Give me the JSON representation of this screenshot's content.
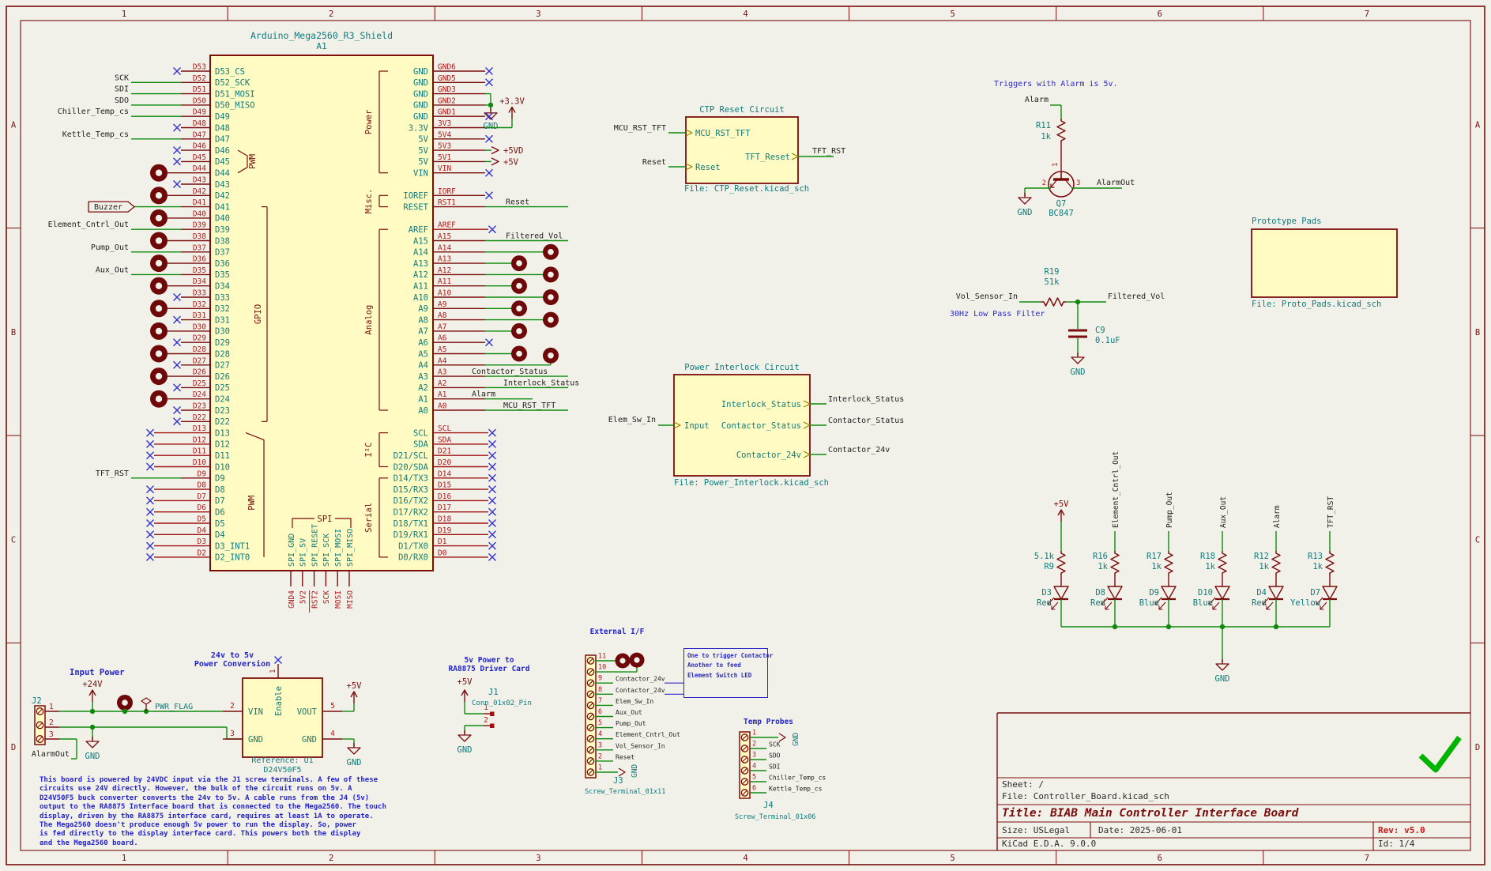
{
  "frame": {
    "cols": [
      "1",
      "2",
      "3",
      "4",
      "5",
      "6",
      "7"
    ],
    "rows": [
      "A",
      "B",
      "C",
      "D"
    ]
  },
  "arduino": {
    "title": "Arduino_Mega2560_R3_Shield",
    "refdes": "A1",
    "spi_label": "SPI",
    "left_pins": [
      {
        "num": "D53",
        "name": "D53_CS",
        "dec": "x"
      },
      {
        "num": "D52",
        "name": "D52_SCK",
        "dec": "net",
        "net": "SCK"
      },
      {
        "num": "D51",
        "name": "D51_MOSI",
        "dec": "net",
        "net": "SDI"
      },
      {
        "num": "D50",
        "name": "D50_MISO",
        "dec": "net",
        "net": "SDO"
      },
      {
        "num": "D49",
        "name": "D49",
        "dec": "net",
        "net": "Chiller_Temp_cs"
      },
      {
        "num": "D48",
        "name": "D48",
        "dec": "x"
      },
      {
        "num": "D47",
        "name": "D47",
        "dec": "net",
        "net": "Kettle_Temp_cs"
      },
      {
        "num": "D46",
        "name": "D46",
        "dec": "x"
      },
      {
        "num": "D45",
        "name": "D45",
        "dec": "x"
      },
      {
        "num": "D44",
        "name": "D44",
        "dec": "dot"
      },
      {
        "num": "D43",
        "name": "D43",
        "dec": "x"
      },
      {
        "num": "D42",
        "name": "D42",
        "dec": "dot"
      },
      {
        "num": "D41",
        "name": "D41",
        "dec": "global",
        "net": "Buzzer"
      },
      {
        "num": "D40",
        "name": "D40",
        "dec": "dot"
      },
      {
        "num": "D39",
        "name": "D39",
        "dec": "net",
        "net": "Element_Cntrl_Out"
      },
      {
        "num": "D38",
        "name": "D38",
        "dec": "dot"
      },
      {
        "num": "D37",
        "name": "D37",
        "dec": "net",
        "net": "Pump_Out"
      },
      {
        "num": "D36",
        "name": "D36",
        "dec": "dot"
      },
      {
        "num": "D35",
        "name": "D35",
        "dec": "net",
        "net": "Aux_Out"
      },
      {
        "num": "D34",
        "name": "D34",
        "dec": "dot"
      },
      {
        "num": "D33",
        "name": "D33",
        "dec": "x"
      },
      {
        "num": "D32",
        "name": "D32",
        "dec": "dot"
      },
      {
        "num": "D31",
        "name": "D31",
        "dec": "x"
      },
      {
        "num": "D30",
        "name": "D30",
        "dec": "dot"
      },
      {
        "num": "D29",
        "name": "D29",
        "dec": "x"
      },
      {
        "num": "D28",
        "name": "D28",
        "dec": "dot"
      },
      {
        "num": "D27",
        "name": "D27",
        "dec": "x"
      },
      {
        "num": "D26",
        "name": "D26",
        "dec": "dot"
      },
      {
        "num": "D25",
        "name": "D25",
        "dec": "x"
      },
      {
        "num": "D24",
        "name": "D24",
        "dec": "dot"
      },
      {
        "num": "D23",
        "name": "D23",
        "dec": "x"
      },
      {
        "num": "D22",
        "name": "D22",
        "dec": "x"
      },
      {
        "num": "D13",
        "name": "D13",
        "dec": "xlong"
      },
      {
        "num": "D12",
        "name": "D12",
        "dec": "xlong"
      },
      {
        "num": "D11",
        "name": "D11",
        "dec": "xlong"
      },
      {
        "num": "D10",
        "name": "D10",
        "dec": "xlong"
      },
      {
        "num": "D9",
        "name": "D9",
        "dec": "net",
        "net": "TFT_RST"
      },
      {
        "num": "D8",
        "name": "D8",
        "dec": "xlong"
      },
      {
        "num": "D7",
        "name": "D7",
        "dec": "xlong"
      },
      {
        "num": "D6",
        "name": "D6",
        "dec": "xlong"
      },
      {
        "num": "D5",
        "name": "D5",
        "dec": "xlong"
      },
      {
        "num": "D4",
        "name": "D4",
        "dec": "xlong"
      },
      {
        "num": "D3",
        "name": "D3_INT1",
        "dec": "xlong"
      },
      {
        "num": "D2",
        "name": "D2_INT0",
        "dec": "xlong"
      }
    ],
    "right_pins": [
      {
        "num": "GND6",
        "name": "GND",
        "dec": "x"
      },
      {
        "num": "GND5",
        "name": "GND",
        "dec": "x"
      },
      {
        "num": "GND3",
        "name": "GND",
        "dec": "gnd1"
      },
      {
        "num": "GND2",
        "name": "GND",
        "dec": "gnd2"
      },
      {
        "num": "GND1",
        "name": "GND",
        "dec": "x"
      },
      {
        "num": "3V3",
        "name": "3.3V",
        "dec": "pwrup",
        "net": "+3.3V"
      },
      {
        "num": "5V4",
        "name": "5V",
        "dec": "x"
      },
      {
        "num": "5V3",
        "name": "5V",
        "dec": "pwrarrow",
        "net": "+5VD"
      },
      {
        "num": "5V1",
        "name": "5V",
        "dec": "pwrarrow",
        "net": "+5V"
      },
      {
        "num": "VIN",
        "name": "VIN",
        "dec": "x"
      },
      null,
      {
        "num": "IORF",
        "name": "IOREF",
        "dec": "x"
      },
      {
        "num": "RST1",
        "name": "RESET",
        "dec": "net",
        "net": "Reset",
        "netx": 640,
        "wlen": 105
      },
      null,
      {
        "num": "AREF",
        "name": "AREF",
        "dec": "xlong"
      },
      {
        "num": "A15",
        "name": "A15",
        "dec": "net",
        "net": "Filtered_Vol",
        "netx": 640,
        "wlen": 105
      },
      {
        "num": "A14",
        "name": "A14",
        "dec": "dotfar"
      },
      {
        "num": "A13",
        "name": "A13",
        "dec": "dotnear"
      },
      {
        "num": "A12",
        "name": "A12",
        "dec": "dotfar"
      },
      {
        "num": "A11",
        "name": "A11",
        "dec": "dotnear"
      },
      {
        "num": "A10",
        "name": "A10",
        "dec": "dotfar"
      },
      {
        "num": "A9",
        "name": "A9",
        "dec": "dotnear"
      },
      {
        "num": "A8",
        "name": "A8",
        "dec": "dotfar"
      },
      {
        "num": "A7",
        "name": "A7",
        "dec": "dotnear"
      },
      {
        "num": "A6",
        "name": "A6",
        "dec": "x"
      },
      {
        "num": "A5",
        "name": "A5",
        "dec": "dotnear"
      },
      {
        "num": "A4",
        "name": "A4",
        "dec": "wireupdot"
      },
      {
        "num": "A3",
        "name": "A3",
        "dec": "net",
        "net": "Contactor_Status",
        "netx": 597,
        "wlen": 105
      },
      {
        "num": "A2",
        "name": "A2",
        "dec": "net",
        "net": "Interlock_Status",
        "netx": 637,
        "wlen": 105
      },
      {
        "num": "A1",
        "name": "A1",
        "dec": "net",
        "net": "Alarm",
        "netx": 597,
        "wlen": 60
      },
      {
        "num": "A0",
        "name": "A0",
        "dec": "net",
        "net": "MCU_RST_TFT",
        "netx": 637,
        "wlen": 105
      },
      null,
      {
        "num": "SCL",
        "name": "SCL",
        "dec": "xlong"
      },
      {
        "num": "SDA",
        "name": "SDA",
        "dec": "xlong"
      },
      {
        "num": "D21",
        "name": "D21/SCL",
        "dec": "xlong"
      },
      {
        "num": "D20",
        "name": "D20/SDA",
        "dec": "xlong"
      },
      {
        "num": "D14",
        "name": "D14/TX3",
        "dec": "xlong"
      },
      {
        "num": "D15",
        "name": "D15/RX3",
        "dec": "xlong"
      },
      {
        "num": "D16",
        "name": "D16/TX2",
        "dec": "xlong"
      },
      {
        "num": "D17",
        "name": "D17/RX2",
        "dec": "xlong"
      },
      {
        "num": "D18",
        "name": "D18/TX1",
        "dec": "xlong"
      },
      {
        "num": "D19",
        "name": "D19/RX1",
        "dec": "xlong"
      },
      {
        "num": "D1",
        "name": "D1/TX0",
        "dec": "xlong"
      },
      {
        "num": "D0",
        "name": "D0/RX0",
        "dec": "xlong"
      }
    ],
    "bottom_pins": [
      {
        "name": "SPI_GND",
        "label": "GND4"
      },
      {
        "name": "SPI_5V",
        "label": "5V2"
      },
      {
        "name": "SPI_RESET",
        "label": "RST2"
      },
      {
        "name": "SPI_SCK",
        "label": "SCK"
      },
      {
        "name": "SPI_MOSI",
        "label": "MOSI"
      },
      {
        "name": "SPI_MISO",
        "label": "MISO"
      }
    ],
    "left_groups": [
      {
        "label": "PWM",
        "from": 7,
        "to": 9
      },
      {
        "label": "GPIO",
        "from": 12,
        "to": 31
      },
      {
        "label": "PWM",
        "from": 32,
        "to": 43
      }
    ],
    "right_groups": [
      {
        "label": "Power",
        "from": 0,
        "to": 9
      },
      {
        "label": "Misc.",
        "from": 11,
        "to": 12
      },
      {
        "label": "Analog",
        "from": 14,
        "to": 30
      },
      {
        "label": "I²C",
        "from": 32,
        "to": 35
      },
      {
        "label": "Serial",
        "from": 36,
        "to": 43
      }
    ],
    "power_nets": {
      "gnd": "GND"
    }
  },
  "sheets": {
    "ctp": {
      "title": "CTP Reset Circuit",
      "file": "File: CTP_Reset.kicad_sch",
      "inputs": [
        "MCU_RST_TFT",
        "Reset"
      ],
      "input_nets": [
        "MCU_RST_TFT",
        "Reset"
      ],
      "output": "TFT_Reset",
      "output_net": "TFT_RST"
    },
    "interlock": {
      "title": "Power Interlock Circuit",
      "file": "File: Power_Interlock.kicad_sch",
      "input": "Input",
      "input_net": "Elem_Sw_In",
      "outputs": [
        "Interlock_Status",
        "Contactor_Status",
        "Contactor_24v"
      ],
      "output_nets": [
        "Interlock_Status",
        "Contactor_Status",
        "Contactor_24v"
      ]
    },
    "proto": {
      "title": "Prototype Pads",
      "file": "File: Proto_Pads.kicad_sch"
    }
  },
  "comments": {
    "alarm": "Triggers with Alarm is 5v.",
    "filter": "30Hz Low Pass Filter"
  },
  "alarm_circuit": {
    "in_net": "Alarm",
    "r_ref": "R11",
    "r_val": "1k",
    "q_ref": "Q7",
    "q_val": "BC847",
    "out_net": "AlarmOut",
    "gnd": "GND",
    "pin1": "1",
    "pin2": "2",
    "pin3": "3"
  },
  "filter": {
    "in_net": "Vol_Sensor_In",
    "out_net": "Filtered_Vol",
    "r_ref": "R19",
    "r_val": "51k",
    "c_ref": "C9",
    "c_val": "0.1uF",
    "gnd": "GND"
  },
  "led_array": {
    "gnd": "GND",
    "cols": [
      {
        "net": "+5V",
        "power": true,
        "r1": "5.1k",
        "r2": "R9",
        "dref": "D3",
        "dcol": "Red"
      },
      {
        "net": "Element_Cntrl_Out",
        "r1": "R16",
        "r2": "1k",
        "dref": "D8",
        "dcol": "Red"
      },
      {
        "net": "Pump_Out",
        "r1": "R17",
        "r2": "1k",
        "dref": "D9",
        "dcol": "Blue"
      },
      {
        "net": "Aux_Out",
        "r1": "R18",
        "r2": "1k",
        "dref": "D10",
        "dcol": "Blue"
      },
      {
        "net": "Alarm",
        "r1": "R12",
        "r2": "1k",
        "dref": "D4",
        "dcol": "Red"
      },
      {
        "net": "TFT_RST",
        "r1": "R13",
        "r2": "1k",
        "dref": "D7",
        "dcol": "Yellow"
      }
    ]
  },
  "sections": {
    "input_power": "Input Power",
    "buck1": "24v to 5v",
    "buck2": "Power Conversion",
    "j11": "5v Power to",
    "j12": "RA8875 Driver Card",
    "external": "External I/F",
    "temp": "Temp Probes"
  },
  "input_power": {
    "conn_ref": "J2",
    "pins": [
      "1",
      "2",
      "3"
    ],
    "p24": "+24V",
    "flag": "PWR_FLAG",
    "alarm_out": "AlarmOut",
    "gnd": "GND"
  },
  "buck": {
    "ref_note": "Reference: U1",
    "value": "D24V50F5",
    "vin": "VIN",
    "gndl": "GND",
    "vout": "VOUT",
    "gndr": "GND",
    "en": "Enable",
    "n_en": "1",
    "n_vin": "2",
    "n_gndl": "3",
    "n_gndr": "4",
    "n_vout": "5",
    "v5": "+5V",
    "gnd": "GND"
  },
  "j1": {
    "ref": "J1",
    "value": "Conn_01x02_Pin",
    "pins": [
      "1",
      "2"
    ],
    "v5": "+5V",
    "gnd": "GND"
  },
  "j3": {
    "ref": "J3",
    "value": "Screw_Terminal_01x11",
    "gnd": "GND",
    "pins": [
      {
        "n": "11",
        "dec": "donut"
      },
      {
        "n": "10",
        "dec": "donut2"
      },
      {
        "n": "9",
        "label": "Contactor_24v",
        "note": true
      },
      {
        "n": "8",
        "label": "Contactor_24v",
        "note": true
      },
      {
        "n": "7",
        "label": "Elem_Sw_In"
      },
      {
        "n": "6",
        "label": "Aux_Out"
      },
      {
        "n": "5",
        "label": "Pump_Out"
      },
      {
        "n": "4",
        "label": "Element_Cntrl_Out"
      },
      {
        "n": "3",
        "label": "Vol_Sensor_In"
      },
      {
        "n": "2",
        "label": "Reset"
      },
      {
        "n": "1",
        "dec": "gndflag"
      }
    ]
  },
  "j4": {
    "ref": "J4",
    "value": "Screw_Terminal_01x06",
    "gnd": "GND",
    "pins": [
      {
        "n": "1",
        "dec": "gndflag"
      },
      {
        "n": "2",
        "label": "SCK"
      },
      {
        "n": "3",
        "label": "SDO"
      },
      {
        "n": "4",
        "label": "SDI"
      },
      {
        "n": "5",
        "label": "Chiller_Temp_cs"
      },
      {
        "n": "6",
        "label": "Kettle_Temp_cs"
      }
    ]
  },
  "note_box": {
    "lines": [
      "One to trigger Contactor",
      "Another to feed",
      "Element Switch LED"
    ]
  },
  "notes": {
    "lines": [
      "This board is powered by 24VDC input via the J1 screw terminals. A few of these",
      "circuits use 24V directly. However, the bulk of the circuit runs on 5v. A",
      "D24V50F5 buck converter converts the 24v to 5v. A cable runs from the J4 (5v)",
      "output to the RA8875 Interface board that is connected to the Mega2560. The touch",
      "display, driven by the RA8875 interface card, requires at least 1A to operate.",
      "The Mega2560 doesn't produce enough 5v power to run the display. So, power",
      "is fed directly to the display interface card. This powers both the display",
      "and the Mega2560 board."
    ]
  },
  "title_block": {
    "sheet": "Sheet: /",
    "file": "File: Controller_Board.kicad_sch",
    "title": "Title: BIAB Main Controller Interface Board",
    "size": "Size: USLegal",
    "date": "Date: 2025-06-01",
    "rev": "Rev: v5.0",
    "tool": "KiCad E.D.A. 9.0.0",
    "id": "Id: 1/4"
  },
  "colors": {
    "wire": "#0f8a0f",
    "symbol": "#7b0d0d",
    "pin_label": "#af1a1a",
    "name": "#0f7b7b",
    "note": "#2424cc",
    "label": "#1e1e1e",
    "nc": "#3333cc",
    "fill": "#fffbc2",
    "check": "#00b400"
  }
}
